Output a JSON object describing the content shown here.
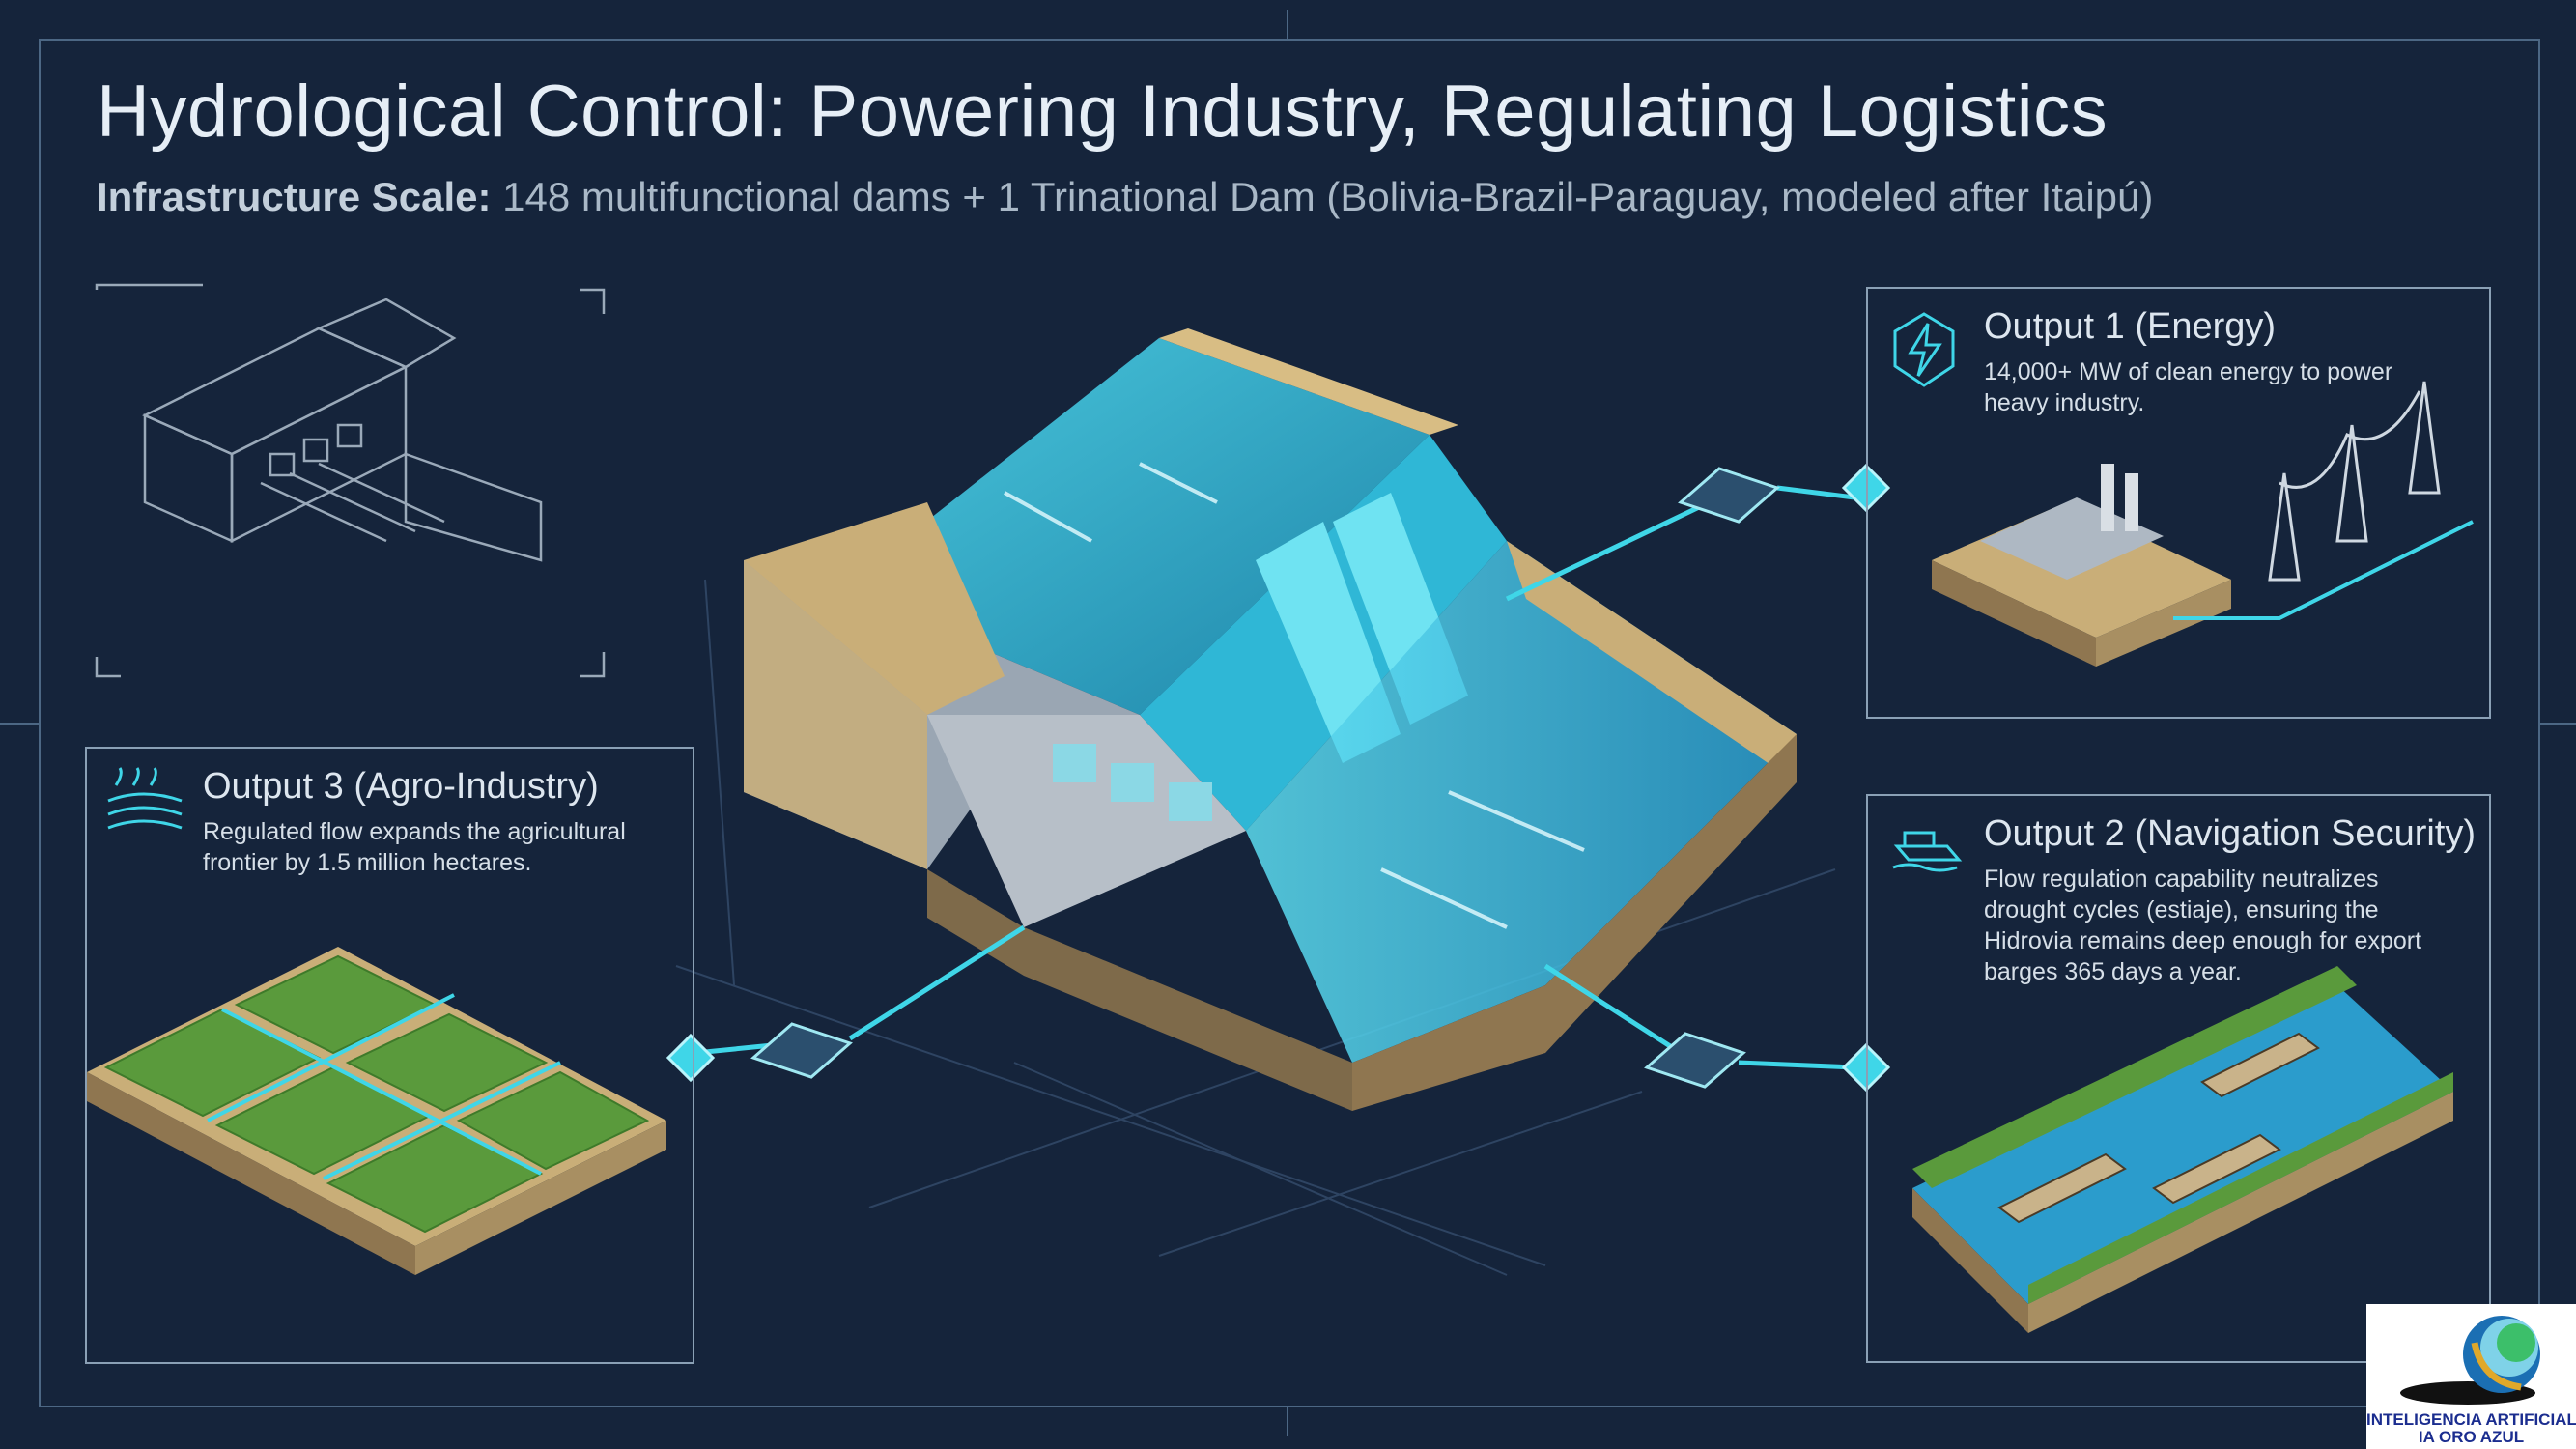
{
  "header": {
    "title": "Hydrological Control: Powering Industry, Regulating Logistics",
    "subtitle_label": "Infrastructure Scale:",
    "subtitle_text": " 148 multifunctional dams + 1 Trinational Dam (Bolivia-Brazil-Paraguay, modeled after Itaipú)"
  },
  "panels": {
    "energy": {
      "title": "Output 1 (Energy)",
      "text": "14,000+ MW of clean energy to power heavy industry.",
      "icon": "lightning-icon"
    },
    "navigation": {
      "title": "Output 2 (Navigation Security)",
      "text": "Flow regulation capability neutralizes drought cycles (estiaje), ensuring the Hidrovia remains deep enough for export barges 365 days a year.",
      "icon": "barge-icon"
    },
    "agro": {
      "title": "Output 3 (Agro-Industry)",
      "text": "Regulated flow expands the agricultural frontier by 1.5 million hectares.",
      "icon": "crop-field-icon"
    }
  },
  "logo": {
    "line1": "INTELIGENCIA ARTIFICIAL",
    "line2": "IA ORO AZUL"
  },
  "colors": {
    "background": "#15243b",
    "accent_cyan": "#3fd6e8",
    "concrete": "#c9ae78",
    "field_green": "#5a9a3c"
  }
}
